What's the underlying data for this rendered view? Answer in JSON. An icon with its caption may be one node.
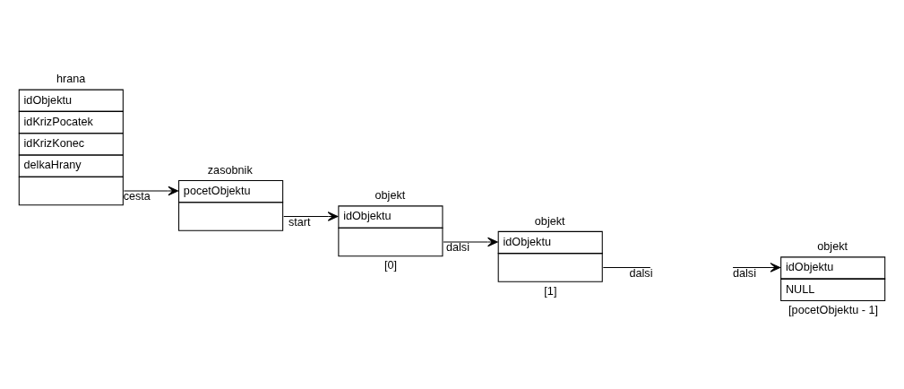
{
  "diagram": {
    "nodes": [
      {
        "text": [
          "hrana",
          "idObjektu",
          "idKrizPocatek",
          "idKrizKonec",
          "delkaHrany"
        ]
      },
      {
        "text": [
          "zasobnik",
          "pocetObjektu"
        ]
      },
      {
        "text": [
          "objekt",
          "idObjektu"
        ],
        "beside": [
          "[0]"
        ]
      },
      {
        "text": [
          "objekt",
          "idObjektu"
        ],
        "beside": [
          "[1]"
        ]
      },
      {
        "text": [
          "objekt",
          "idObjektu",
          "NULL"
        ],
        "beside": [
          "[pocetObjektu - 1]"
        ]
      }
    ],
    "edges": [
      {
        "from": 0,
        "to": 1,
        "arrow": "to",
        "label": "cesta"
      },
      {
        "from": 1,
        "to": 2,
        "arrow": "to",
        "label": "start"
      },
      {
        "from": 2,
        "to": 3,
        "arrow": "to",
        "label": "dalsi"
      },
      {
        "from": 3,
        "to": null,
        "arrow": "none",
        "label": "dalsi"
      },
      {
        "from": null,
        "to": 4,
        "arrow": "to",
        "label": "dalsi"
      }
    ]
  }
}
